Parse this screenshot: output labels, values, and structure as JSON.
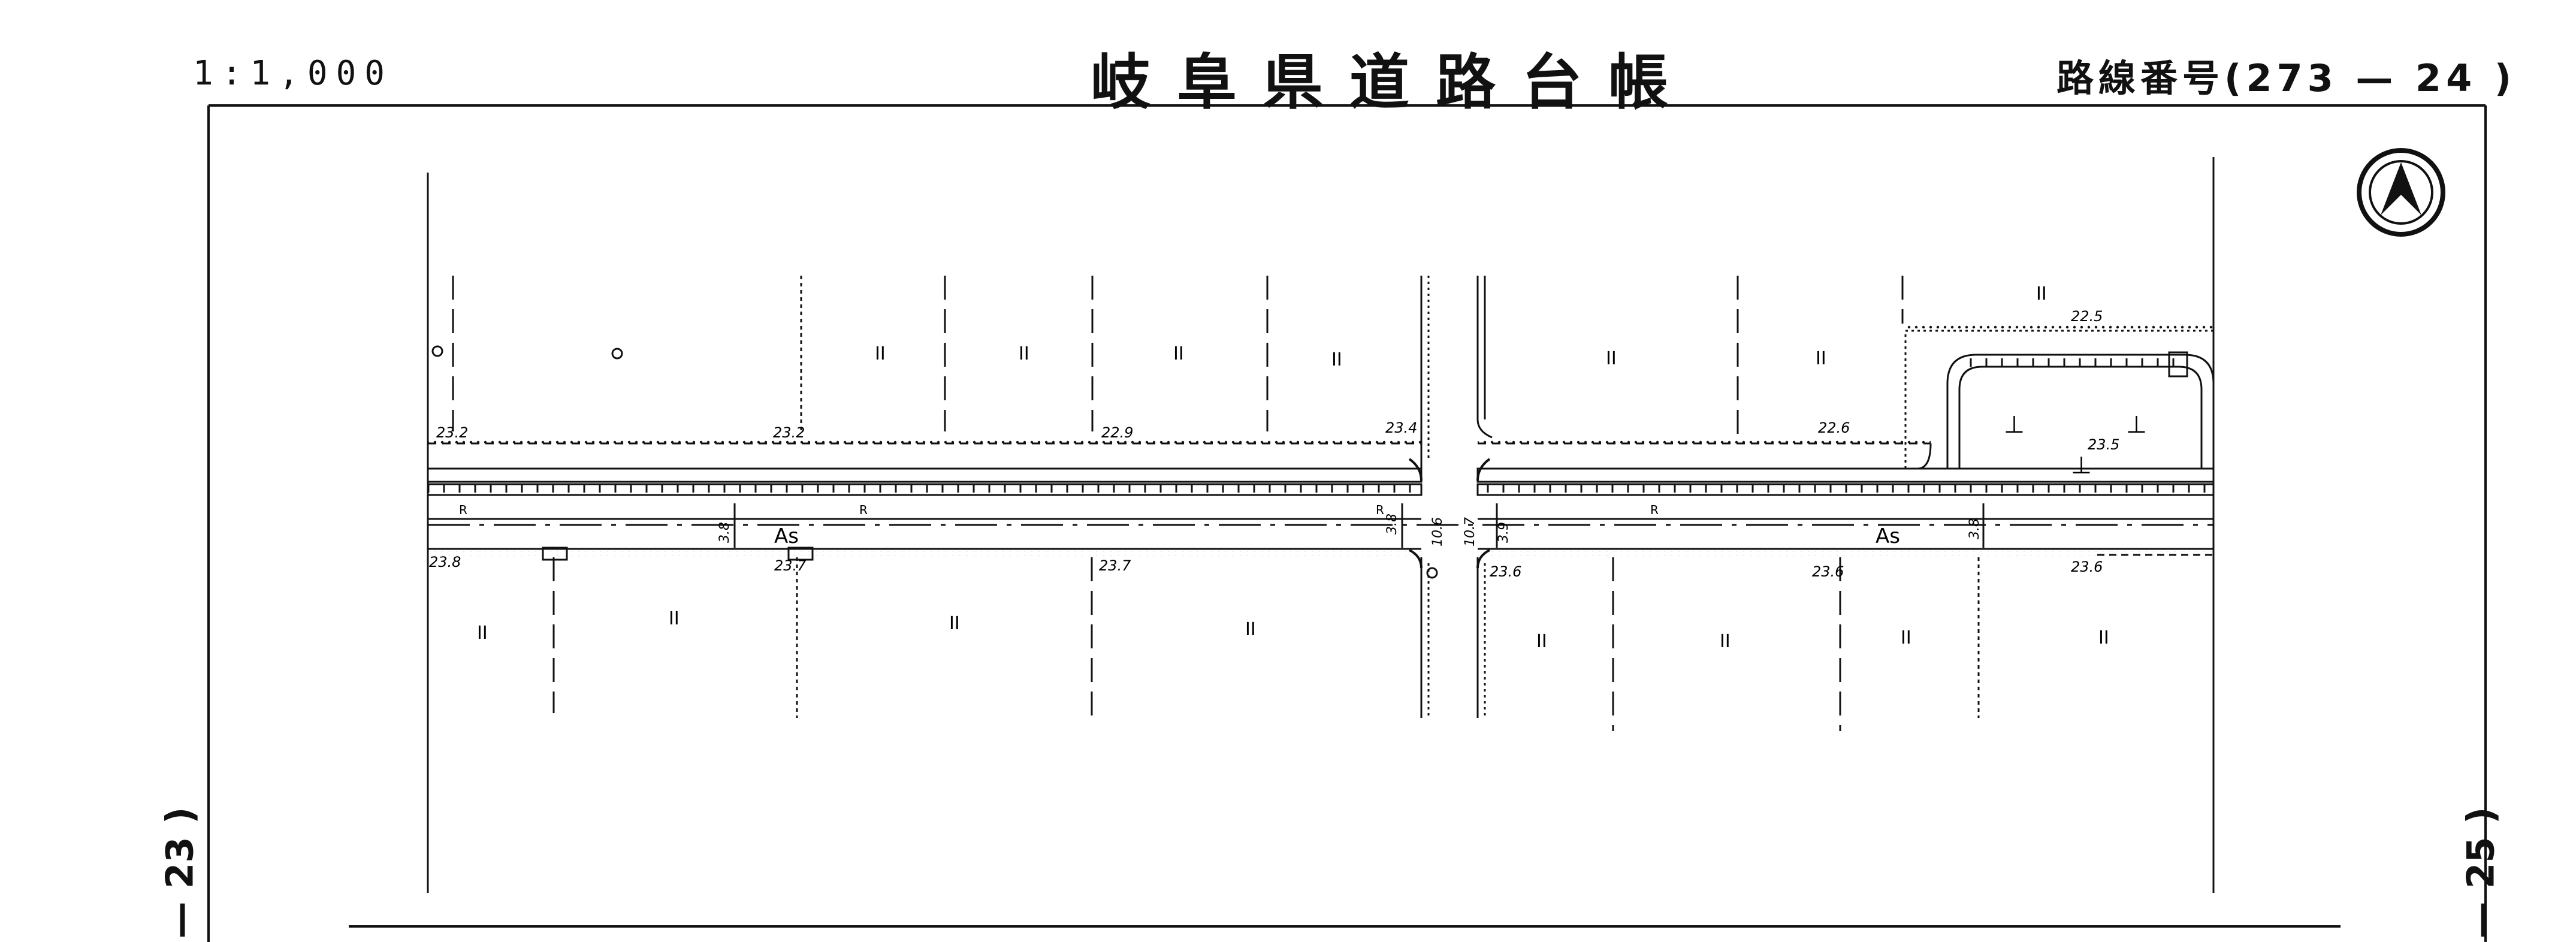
{
  "header": {
    "scale": "1:1,000",
    "title": "岐阜県道路台帳",
    "route_number": "路線番号(273 — 24 )"
  },
  "adjacent_sheets": {
    "left": "— 23 )",
    "right": "— 25 )"
  },
  "map": {
    "road_surface": "As",
    "road_surface_2": "As",
    "elevations": {
      "north_1": "23.2",
      "north_2": "23.2",
      "north_3": "22.9",
      "north_4": "23.4",
      "north_5": "22.6",
      "north_6": "22.5",
      "north_7": "23.5",
      "south_1": "23.8",
      "south_2": "23.7",
      "south_3": "23.7",
      "south_4": "23.6",
      "south_5": "23.6",
      "south_6": "23.6"
    },
    "widths": {
      "w1": "3.8",
      "w2": "3.8",
      "w3": "10.6",
      "w4": "10.7",
      "w5": "3.9",
      "w6": "3.8"
    },
    "curb_marks": [
      "R",
      "R",
      "R",
      "R"
    ],
    "land_use_symbol": "II",
    "vacant_symbol": "⊥",
    "north_arrow": "north-arrow-icon"
  }
}
